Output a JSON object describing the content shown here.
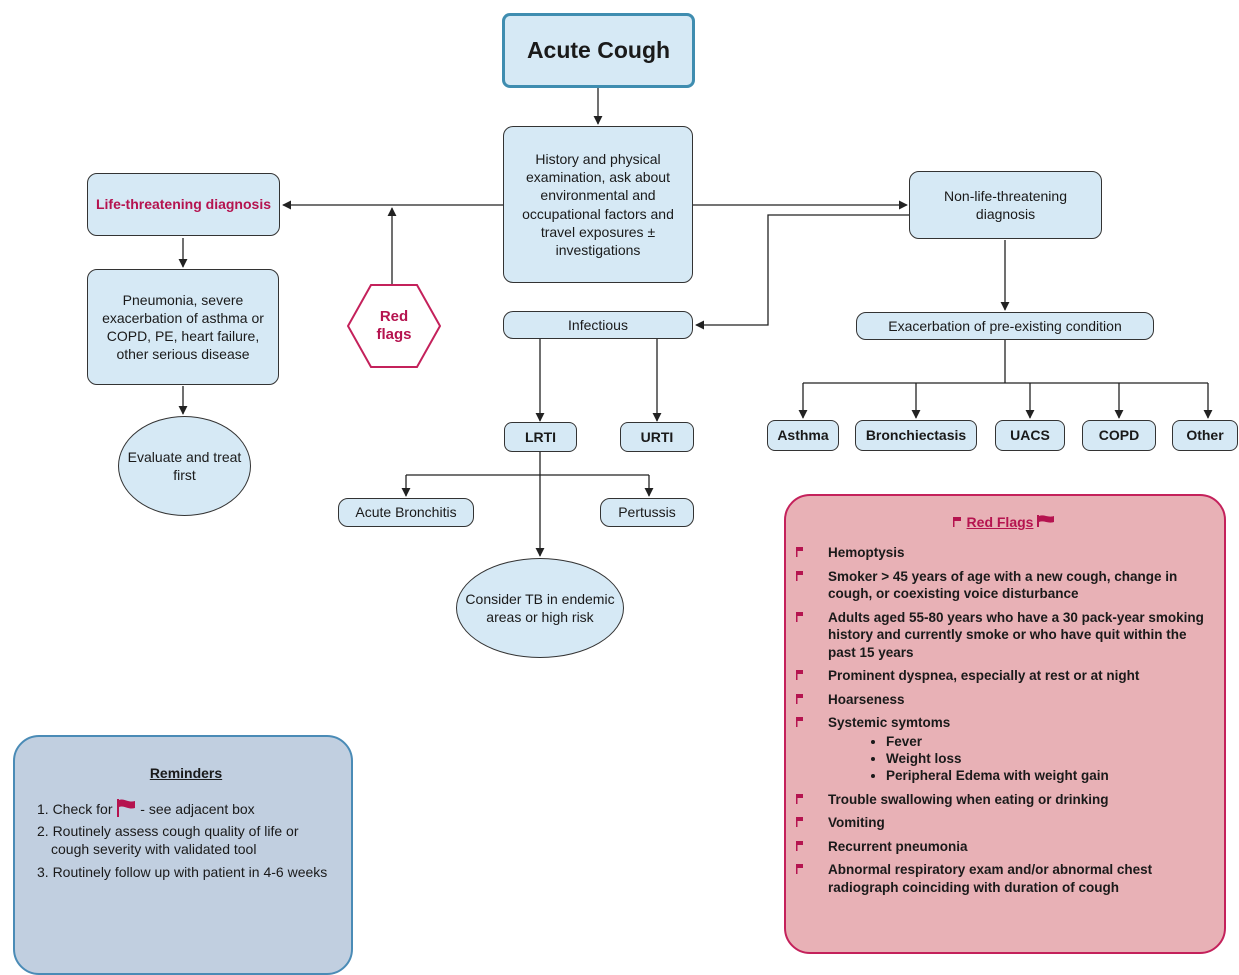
{
  "title": "Acute Cough",
  "nodes": {
    "history": "History and physical examination, ask about environmental and occupational factors and travel exposures ± investigations",
    "life_threatening": "Life-threatening diagnosis",
    "non_life_threatening": "Non-life-threatening diagnosis",
    "pneumonia": "Pneumonia, severe exacerbation of asthma or COPD, PE, heart failure, other serious disease",
    "evaluate": "Evaluate and treat first",
    "red_flags_hex": "Red\nflags",
    "infectious": "Infectious",
    "exacerbation": "Exacerbation of pre-existing condition",
    "lrti": "LRTI",
    "urti": "URTI",
    "acute_bronchitis": "Acute Bronchitis",
    "pertussis": "Pertussis",
    "consider_tb": "Consider TB in endemic areas or high risk",
    "asthma": "Asthma",
    "bronchiectasis": "Bronchiectasis",
    "uacs": "UACS",
    "copd": "COPD",
    "other": "Other"
  },
  "reminders": {
    "heading": "Reminders",
    "items": [
      {
        "before": "1. Check for",
        "after": " - see adjacent box"
      },
      {
        "text": "2. Routinely assess cough quality of life or cough severity with validated tool"
      },
      {
        "text": "3. Routinely follow up with patient in 4-6 weeks"
      }
    ]
  },
  "red_flags": {
    "heading": "Red Flags",
    "items": [
      "Hemoptysis",
      "Smoker > 45 years of age with a new cough, change in cough, or coexisting voice disturbance",
      "Adults aged 55-80 years who have a 30 pack-year smoking history and currently smoke or who have quit within the past 15 years",
      "Prominent dyspnea, especially at rest or at night",
      "Hoarseness",
      "Systemic symtoms",
      "Trouble swallowing when eating or drinking",
      "Vomiting",
      "Recurrent pneumonia",
      "Abnormal respiratory exam and/or abnormal chest radiograph coinciding with duration of cough"
    ],
    "systemic_sub": [
      "Fever",
      "Weight loss",
      "Peripheral Edema with weight gain"
    ]
  },
  "colors": {
    "node_fill": "#d6e9f5",
    "title_border": "#3f8db0",
    "accent_red": "#b5134f",
    "redflag_box": "#e8b1b6",
    "reminder_box": "#c1cfe0"
  }
}
